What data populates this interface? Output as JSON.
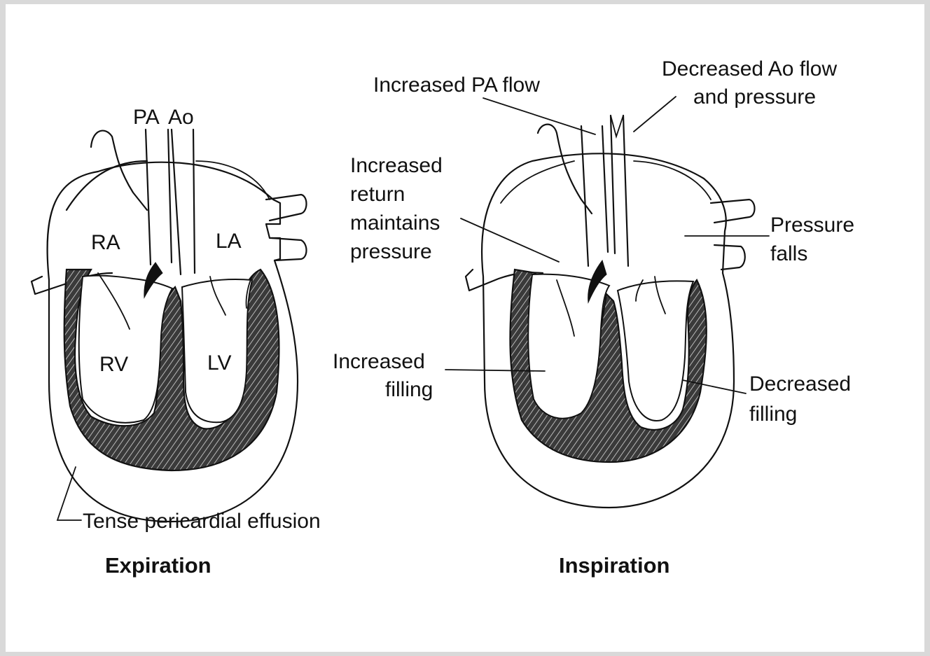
{
  "expiration": {
    "caption": "Expiration",
    "labels": {
      "pa": "PA",
      "ao": "Ao",
      "ra": "RA",
      "la": "LA",
      "rv": "RV",
      "lv": "LV",
      "effusion": "Tense pericardial effusion"
    }
  },
  "inspiration": {
    "caption": "Inspiration",
    "annotations": {
      "pa_flow": "Increased PA flow",
      "ao_flow_line1": "Decreased Ao flow",
      "ao_flow_line2": "and pressure",
      "return_line1": "Increased",
      "return_line2": "return",
      "return_line3": "maintains",
      "return_line4": "pressure",
      "pressure_line1": "Pressure",
      "pressure_line2": "falls",
      "inc_fill_line1": "Increased",
      "inc_fill_line2": "filling",
      "dec_fill_line1": "Decreased",
      "dec_fill_line2": "filling"
    }
  },
  "colors": {
    "ink": "#111111",
    "page": "#ffffff",
    "border": "#d9d9d9"
  }
}
